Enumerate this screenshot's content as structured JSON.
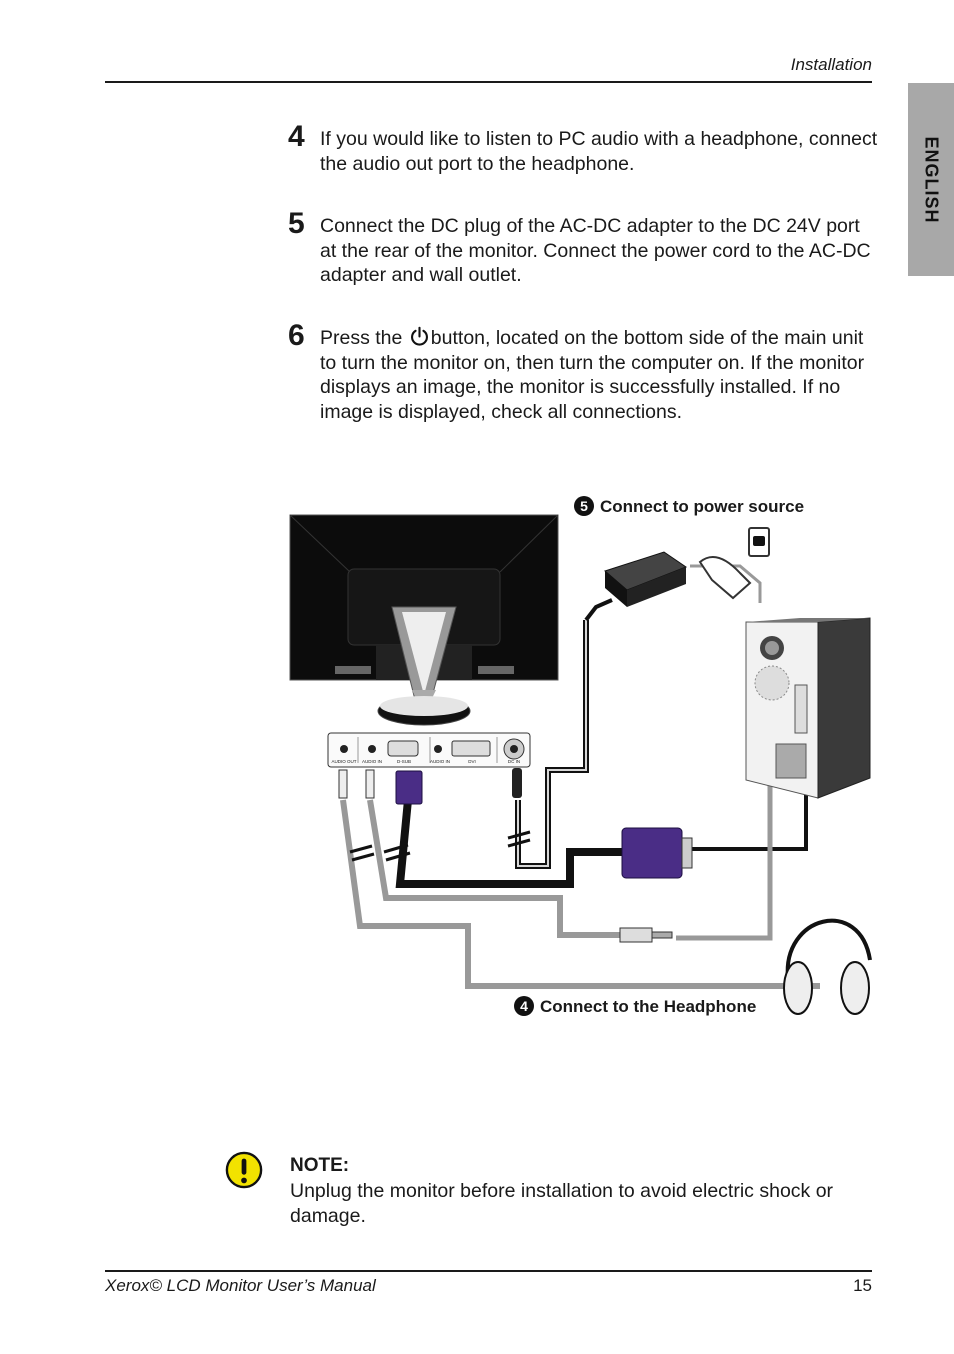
{
  "header": {
    "section": "Installation"
  },
  "side_tab": {
    "label": "ENGLISH"
  },
  "steps": [
    {
      "number": "4",
      "text": "If you would like to listen to PC audio with a headphone, connect the audio out port to the headphone."
    },
    {
      "number": "5",
      "text": "Connect the DC plug of the AC-DC adapter to the DC 24V port at the rear of the monitor. Connect the power cord to the AC-DC adapter and wall outlet."
    },
    {
      "number": "6",
      "text_before": "Press the",
      "text_after": "button, located on the bottom side of the main unit to turn the monitor on, then turn the computer on. If the monitor displays an image, the monitor is successfully installed. If no image is displayed, check all connections."
    }
  ],
  "diagram": {
    "label_power_num": "5",
    "label_power": "Connect to power source",
    "label_headphone_num": "4",
    "label_headphone": "Connect to the Headphone",
    "ports": [
      "AUDIO OUT",
      "AUDIO IN",
      "D-SUB",
      "AUDIO IN",
      "DVI",
      "DC IN"
    ]
  },
  "note": {
    "title": "NOTE:",
    "text": "Unplug the monitor before installation to avoid electric shock or damage."
  },
  "footer": {
    "left": "Xerox© LCD Monitor User’s Manual",
    "page": "15"
  },
  "colors": {
    "tab": "#a8a8a8",
    "vga": "#4a2d86",
    "note_icon": "#f2e200"
  }
}
